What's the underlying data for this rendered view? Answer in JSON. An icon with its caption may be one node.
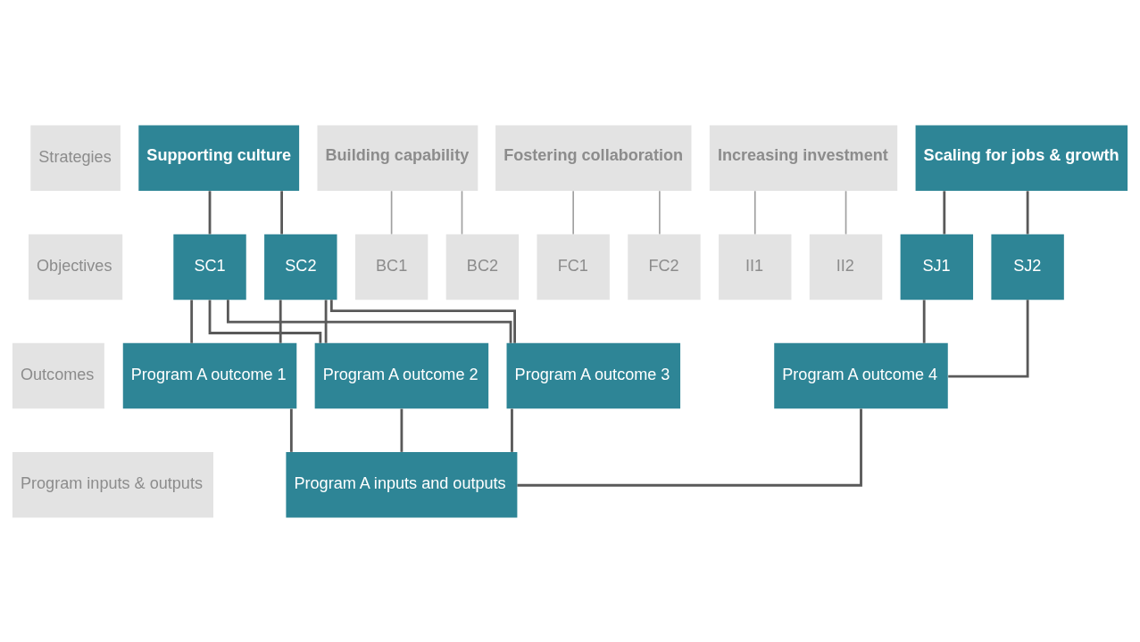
{
  "diagram": {
    "nodes": [
      {
        "text": [
          "Strategies"
        ]
      },
      {
        "text": [
          "Objectives"
        ]
      },
      {
        "text": [
          "Outcomes"
        ]
      },
      {
        "text": [
          "Program inputs & outputs"
        ]
      },
      {
        "text": [
          "Supporting culture"
        ]
      },
      {
        "text": [
          "Building capability"
        ]
      },
      {
        "text": [
          "Fostering collaboration"
        ]
      },
      {
        "text": [
          "Increasing investment"
        ]
      },
      {
        "text": [
          "Scaling for jobs & growth"
        ]
      },
      {
        "text": [
          "SC1"
        ]
      },
      {
        "text": [
          "SC2"
        ]
      },
      {
        "text": [
          "BC1"
        ]
      },
      {
        "text": [
          "BC2"
        ]
      },
      {
        "text": [
          "FC1"
        ]
      },
      {
        "text": [
          "FC2"
        ]
      },
      {
        "text": [
          "II1"
        ]
      },
      {
        "text": [
          "II2"
        ]
      },
      {
        "text": [
          "SJ1"
        ]
      },
      {
        "text": [
          "SJ2"
        ]
      },
      {
        "text": [
          "Program A outcome 1"
        ]
      },
      {
        "text": [
          "Program A outcome 2"
        ]
      },
      {
        "text": [
          "Program A outcome 3"
        ]
      },
      {
        "text": [
          "Program A outcome 4"
        ]
      },
      {
        "text": [
          "Program A inputs and outputs"
        ]
      }
    ],
    "edges": [
      {
        "from": 4,
        "to": 9,
        "arrow": "none"
      },
      {
        "from": 4,
        "to": 10,
        "arrow": "none"
      },
      {
        "from": 5,
        "to": 11,
        "arrow": "none",
        "color": "#a0a0a0"
      },
      {
        "from": 5,
        "to": 12,
        "arrow": "none",
        "color": "#a0a0a0"
      },
      {
        "from": 6,
        "to": 13,
        "arrow": "none",
        "color": "#a0a0a0"
      },
      {
        "from": 6,
        "to": 14,
        "arrow": "none",
        "color": "#a0a0a0"
      },
      {
        "from": 7,
        "to": 15,
        "arrow": "none",
        "color": "#a0a0a0"
      },
      {
        "from": 7,
        "to": 16,
        "arrow": "none",
        "color": "#a0a0a0"
      },
      {
        "from": 8,
        "to": 17,
        "arrow": "none"
      },
      {
        "from": 8,
        "to": 18,
        "arrow": "none"
      },
      {
        "from": 9,
        "to": 19,
        "arrow": "none"
      },
      {
        "from": 9,
        "to": 20,
        "arrow": "none"
      },
      {
        "from": 9,
        "to": 21,
        "arrow": "none"
      },
      {
        "from": 10,
        "to": 19,
        "arrow": "none"
      },
      {
        "from": 10,
        "to": 20,
        "arrow": "none"
      },
      {
        "from": 10,
        "to": 21,
        "arrow": "none"
      },
      {
        "from": 17,
        "to": 22,
        "arrow": "none"
      },
      {
        "from": 18,
        "to": 22,
        "arrow": "none"
      },
      {
        "from": 19,
        "to": 23,
        "arrow": "none"
      },
      {
        "from": 20,
        "to": 23,
        "arrow": "none"
      },
      {
        "from": 21,
        "to": 23,
        "arrow": "none"
      },
      {
        "from": 22,
        "to": 23,
        "arrow": "none"
      }
    ]
  }
}
